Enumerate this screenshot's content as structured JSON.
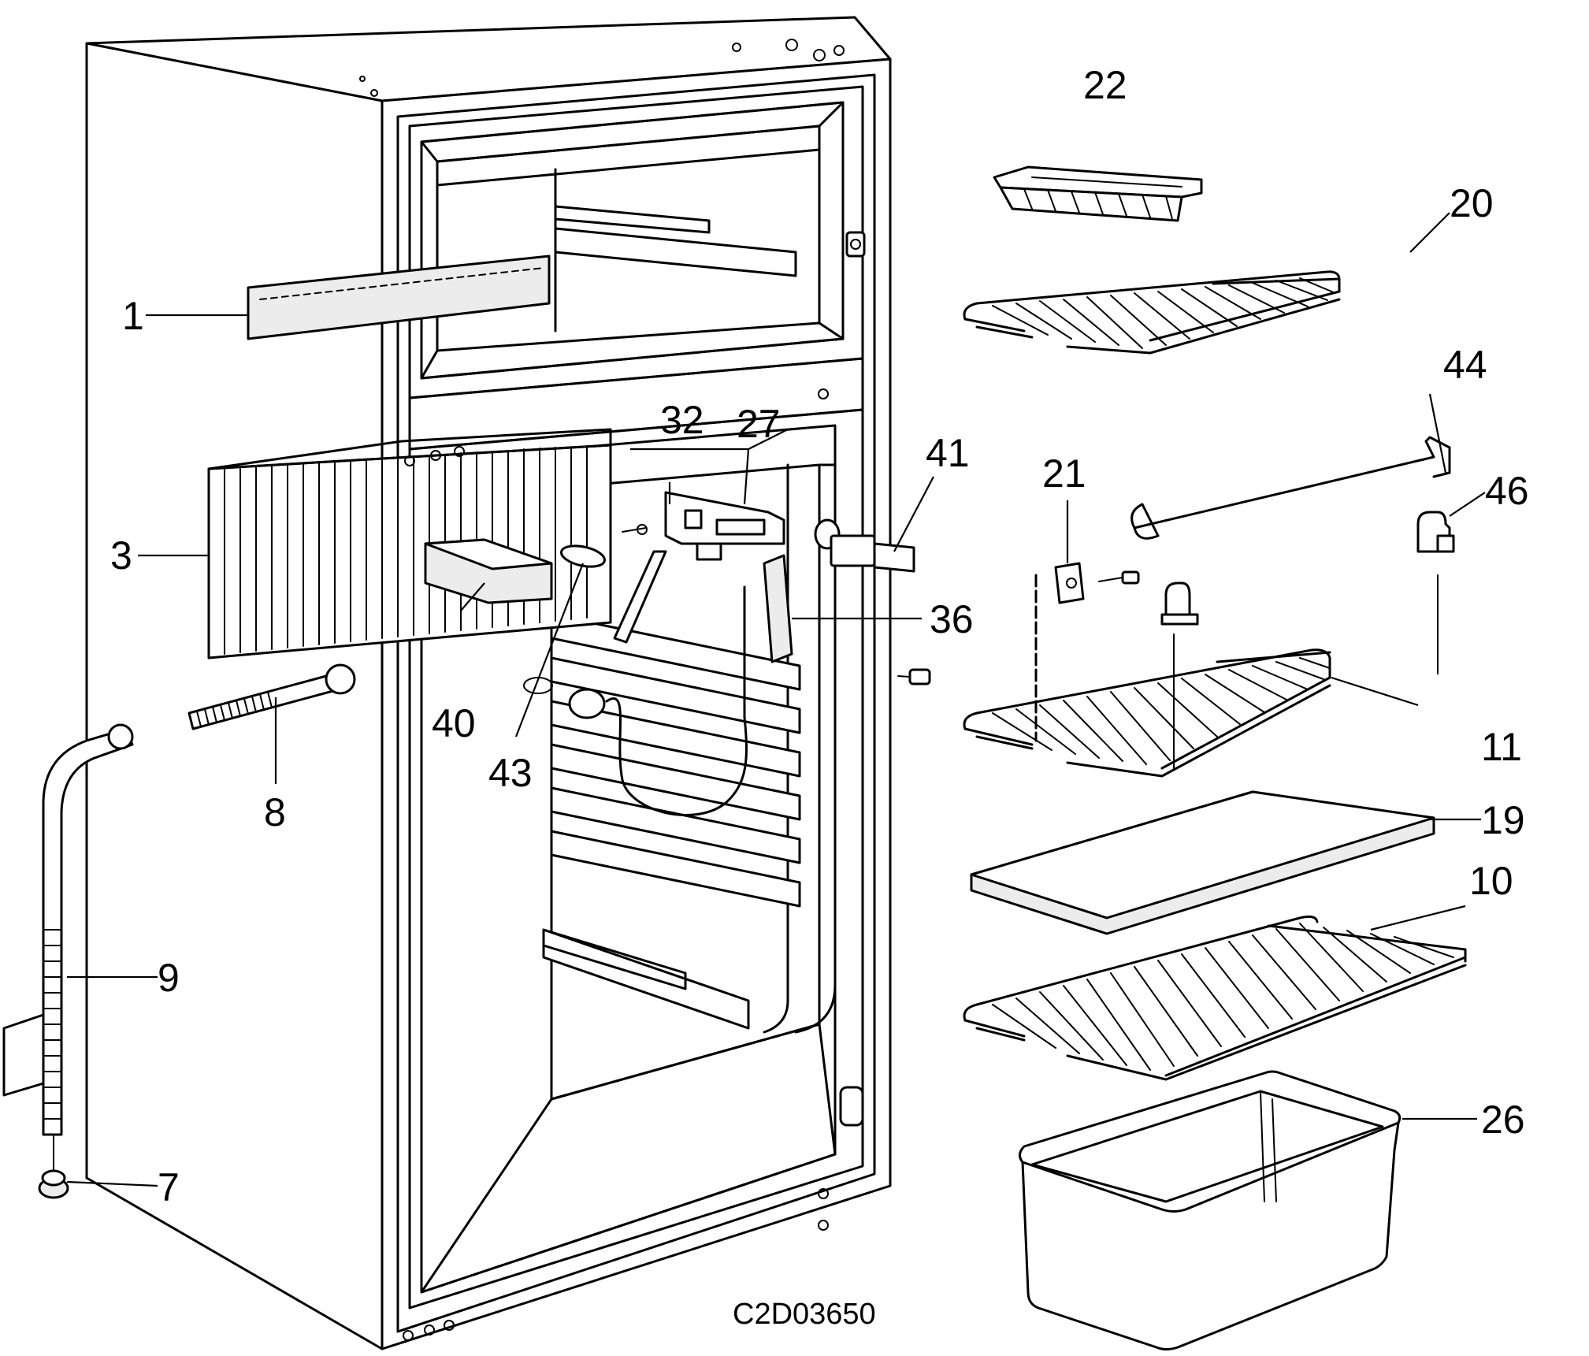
{
  "callouts": {
    "c1": "1",
    "c3": "3",
    "c7": "7",
    "c8": "8",
    "c9": "9",
    "c10": "10",
    "c11": "11",
    "c19": "19",
    "c20": "20",
    "c21": "21",
    "c22": "22",
    "c26": "26",
    "c27": "27",
    "c32": "32",
    "c36": "36",
    "c40": "40",
    "c41": "41",
    "c43": "43",
    "c44": "44",
    "c46": "46"
  },
  "drawing_code": "C2D03650"
}
